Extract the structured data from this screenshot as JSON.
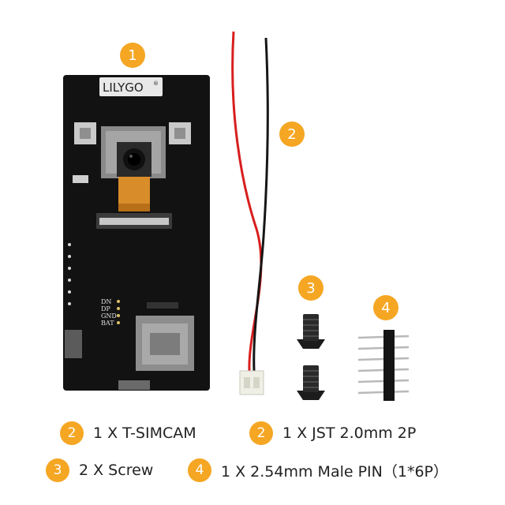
{
  "colors": {
    "badge": "#f5a623",
    "board": "#111111",
    "wire_red": "#d81e1e",
    "wire_black": "#161616"
  },
  "board": {
    "brand": "LILYGO",
    "brand_mark": "®",
    "pin_labels": [
      "DN",
      "DP",
      "GND",
      "BAT"
    ]
  },
  "callouts": [
    {
      "number": "1"
    },
    {
      "number": "2"
    },
    {
      "number": "3"
    },
    {
      "number": "4"
    }
  ],
  "captions": [
    {
      "number": "2",
      "text": "1 X T-SIMCAM"
    },
    {
      "number": "2",
      "text": "1 X JST 2.0mm 2P"
    },
    {
      "number": "3",
      "text": "2 X Screw"
    },
    {
      "number": "4",
      "text": "1 X 2.54mm Male PIN（1*6P）"
    }
  ]
}
